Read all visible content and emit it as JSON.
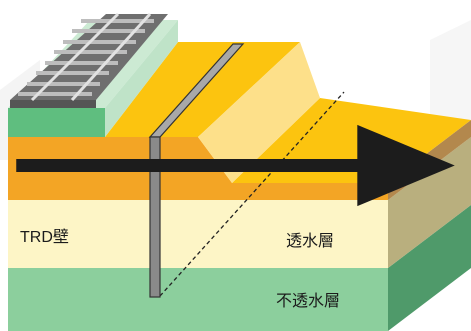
{
  "labels": {
    "trd_wall": "TRD壁",
    "permeable_layer": "透水層",
    "impermeable_layer": "不透水層"
  },
  "colors": {
    "background": "#ffffff",
    "impermeable_front": "#8ccf9d",
    "impermeable_side": "#4f9a6a",
    "permeable_front": "#fdf5c6",
    "permeable_side": "#b9af7e",
    "embankment_front": "#f3a525",
    "embankment_top": "#fcc40f",
    "embankment_side": "#b3884d",
    "slope_face": "#fde08a",
    "rail_bed_top": "#ccead3",
    "rail_bed_front": "#5fbe7f",
    "ballast": "#7a7a7a",
    "rail": "#d0d0d0",
    "trd_wall": "#8a8a8a",
    "trd_wall_edge": "#333333",
    "dashed_line": "#222222"
  },
  "icons": {
    "arrow": "arrow-right-icon",
    "track": "railway-track-icon"
  }
}
